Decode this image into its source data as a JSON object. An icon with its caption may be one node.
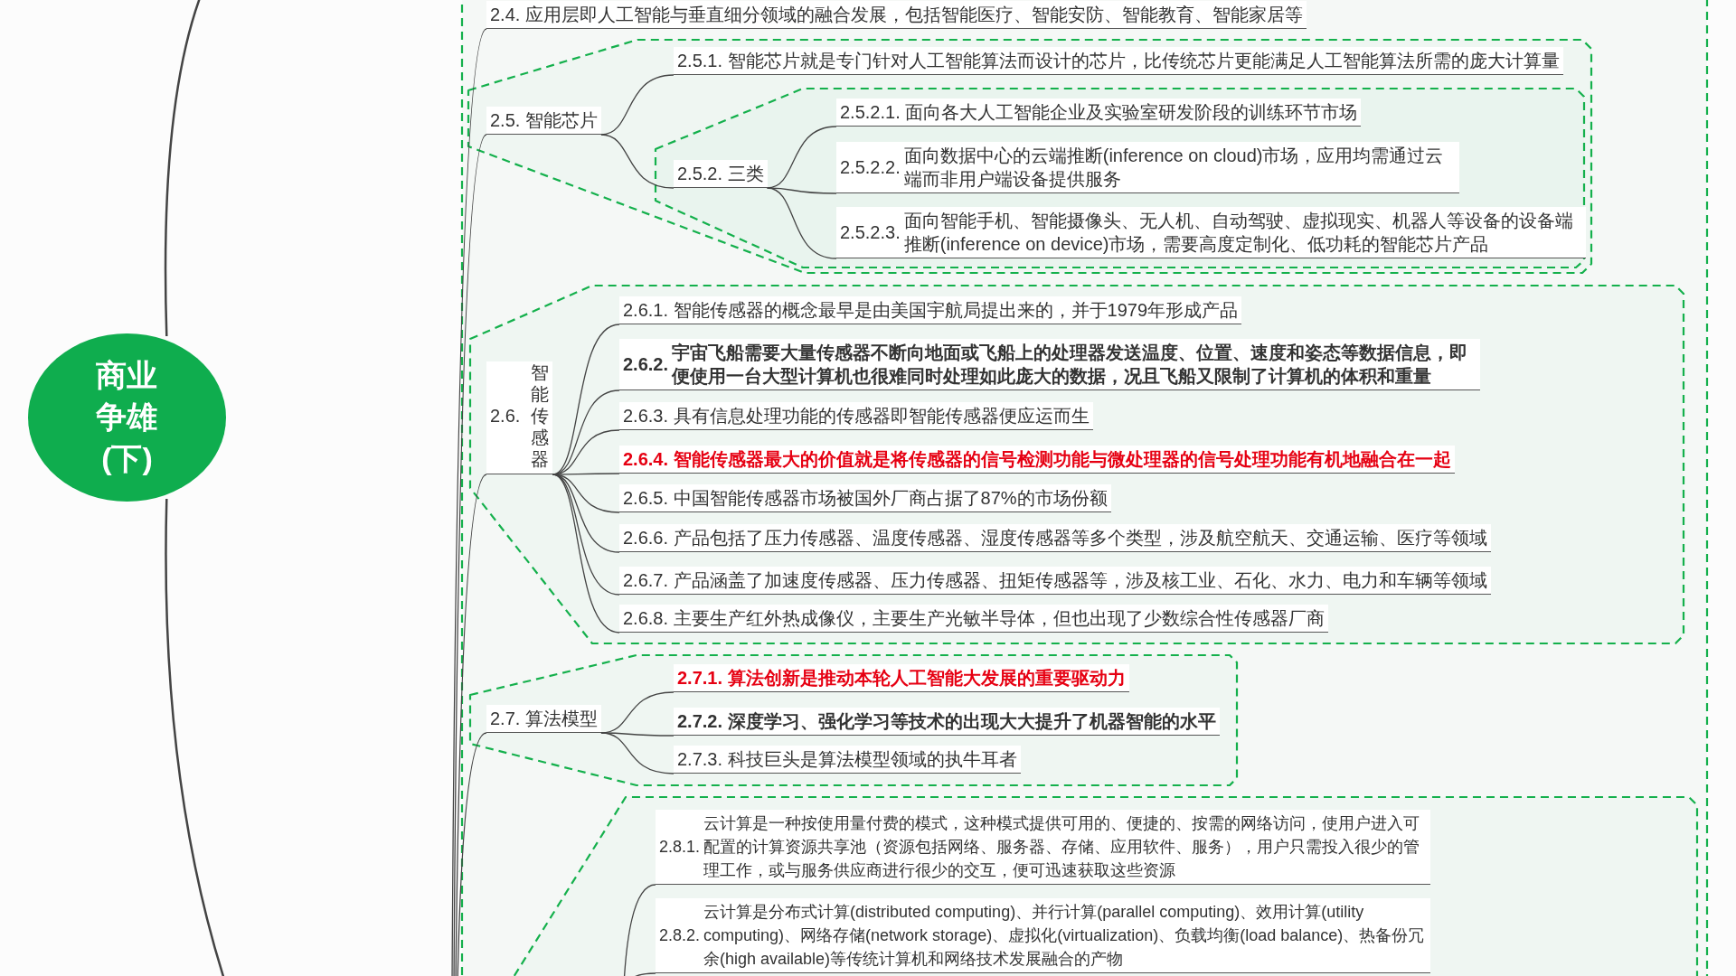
{
  "diagram": {
    "nodes": [
      {
        "text": [
          "商业争雄(下)"
        ]
      },
      {
        "text": [],
        "shape": "box"
      },
      {
        "text": [
          "2.4. 应用层即人工智能与垂直细分领域的融合发展，包括智能医疗、智能安防、智能教育、智能家居等"
        ],
        "in": 1
      },
      {
        "text": [],
        "shape": "box",
        "in": 1
      },
      {
        "text": [
          "2.5. 智能芯片"
        ],
        "in": 3
      },
      {
        "text": [
          "2.5.1. 智能芯片就是专门针对人工智能算法而设计的芯片，比传统芯片更能满足人工智能算法所需的庞大计算量"
        ],
        "in": 3
      },
      {
        "text": [],
        "shape": "box",
        "in": 3
      },
      {
        "text": [
          "2.5.2. 三类"
        ],
        "in": 6
      },
      {
        "text": [
          "2.5.2.1. 面向各大人工智能企业及实验室研发阶段的训练环节市场"
        ],
        "in": 6
      },
      {
        "text": [
          "2.5.2.2.",
          "面向数据中心的云端推断(inference on cloud)市场，应用均需通过云端而非用户端设备提供服务"
        ],
        "in": 6
      },
      {
        "text": [
          "2.5.2.3.",
          "面向智能手机、智能摄像头、无人机、自动驾驶、虚拟现实、机器人等设备的设备端推断(inference on device)市场，需要高度定制化、低功耗的智能芯片产品"
        ],
        "in": 6
      },
      {
        "text": [],
        "shape": "box",
        "in": 1
      },
      {
        "text": [
          "2.6.",
          "智能传感器"
        ],
        "in": 11
      },
      {
        "text": [
          "2.6.1. 智能传感器的概念最早是由美国宇航局提出来的，并于1979年形成产品"
        ],
        "in": 11
      },
      {
        "text": [
          "2.6.2.",
          "宇宙飞船需要大量传感器不断向地面或飞船上的处理器发送温度、位置、速度和姿态等数据信息，即便使用一台大型计算机也很难同时处理如此庞大的数据，况且飞船又限制了计算机的体积和重量"
        ],
        "in": 11
      },
      {
        "text": [
          "2.6.3. 具有信息处理功能的传感器即智能传感器便应运而生"
        ],
        "in": 11
      },
      {
        "text": [
          "2.6.4. 智能传感器最大的价值就是将传感器的信号检测功能与微处理器的信号处理功能有机地融合在一起"
        ],
        "in": 11
      },
      {
        "text": [
          "2.6.5. 中国智能传感器市场被国外厂商占据了87%的市场份额"
        ],
        "in": 11
      },
      {
        "text": [
          "2.6.6. 产品包括了压力传感器、温度传感器、湿度传感器等多个类型，涉及航空航天、交通运输、医疗等领域"
        ],
        "in": 11
      },
      {
        "text": [
          "2.6.7. 产品涵盖了加速度传感器、压力传感器、扭矩传感器等，涉及核工业、石化、水力、电力和车辆等领域"
        ],
        "in": 11
      },
      {
        "text": [
          "2.6.8. 主要生产红外热成像仪，主要生产光敏半导体，但也出现了少数综合性传感器厂商"
        ],
        "in": 11
      },
      {
        "text": [],
        "shape": "box",
        "in": 1
      },
      {
        "text": [
          "2.7. 算法模型"
        ],
        "in": 21
      },
      {
        "text": [
          "2.7.1. 算法创新是推动本轮人工智能大发展的重要驱动力"
        ],
        "in": 21
      },
      {
        "text": [
          "2.7.2. 深度学习、强化学习等技术的出现大大提升了机器智能的水平"
        ],
        "in": 21
      },
      {
        "text": [
          "2.7.3. 科技巨头是算法模型领域的执牛耳者"
        ],
        "in": 21
      },
      {
        "text": [],
        "shape": "box",
        "in": 1
      },
      {
        "text": [
          "2.8.1.",
          "云计算是一种按使用量付费的模式，这种模式提供可用的、便捷的、按需的网络访问，使用户进入可配置的计算资源共享池（资源包括网络、服务器、存储、应用软件、服务），用户只需投入很少的管理工作，或与服务供应商进行很少的交互，便可迅速获取这些资源"
        ],
        "in": 26
      },
      {
        "text": [
          "2.8.2.",
          "云计算是分布式计算(distributed computing)、并行计算(parallel computing)、效用计算(utility computing)、网络存储(network storage)、虚拟化(virtualization)、负载均衡(load balance)、热备份冗余(high available)等传统计算机和网络技术发展融合的产物"
        ],
        "in": 26
      }
    ],
    "edges": [
      {
        "from": 0,
        "to": null,
        "arrow": "none"
      },
      {
        "from": 0,
        "to": null,
        "arrow": "none"
      },
      {
        "from": null,
        "to": 2,
        "arrow": "none"
      },
      {
        "from": null,
        "to": 4,
        "arrow": "none"
      },
      {
        "from": null,
        "to": 12,
        "arrow": "none"
      },
      {
        "from": null,
        "to": 22,
        "arrow": "none"
      },
      {
        "from": 4,
        "to": 5,
        "arrow": "none"
      },
      {
        "from": 4,
        "to": 7,
        "arrow": "none"
      },
      {
        "from": 7,
        "to": 8,
        "arrow": "none"
      },
      {
        "from": 7,
        "to": 9,
        "arrow": "none"
      },
      {
        "from": 7,
        "to": 10,
        "arrow": "none"
      },
      {
        "from": 12,
        "to": 13,
        "arrow": "none"
      },
      {
        "from": 12,
        "to": 14,
        "arrow": "none"
      },
      {
        "from": 12,
        "to": 15,
        "arrow": "none"
      },
      {
        "from": 12,
        "to": 16,
        "arrow": "none"
      },
      {
        "from": 12,
        "to": 17,
        "arrow": "none"
      },
      {
        "from": 12,
        "to": 18,
        "arrow": "none"
      },
      {
        "from": 12,
        "to": 19,
        "arrow": "none"
      },
      {
        "from": 12,
        "to": 20,
        "arrow": "none"
      },
      {
        "from": 22,
        "to": 23,
        "arrow": "none"
      },
      {
        "from": 22,
        "to": 24,
        "arrow": "none"
      },
      {
        "from": 22,
        "to": 25,
        "arrow": "none"
      },
      {
        "from": null,
        "to": 27,
        "arrow": "none"
      },
      {
        "from": null,
        "to": 28,
        "arrow": "none"
      }
    ]
  }
}
